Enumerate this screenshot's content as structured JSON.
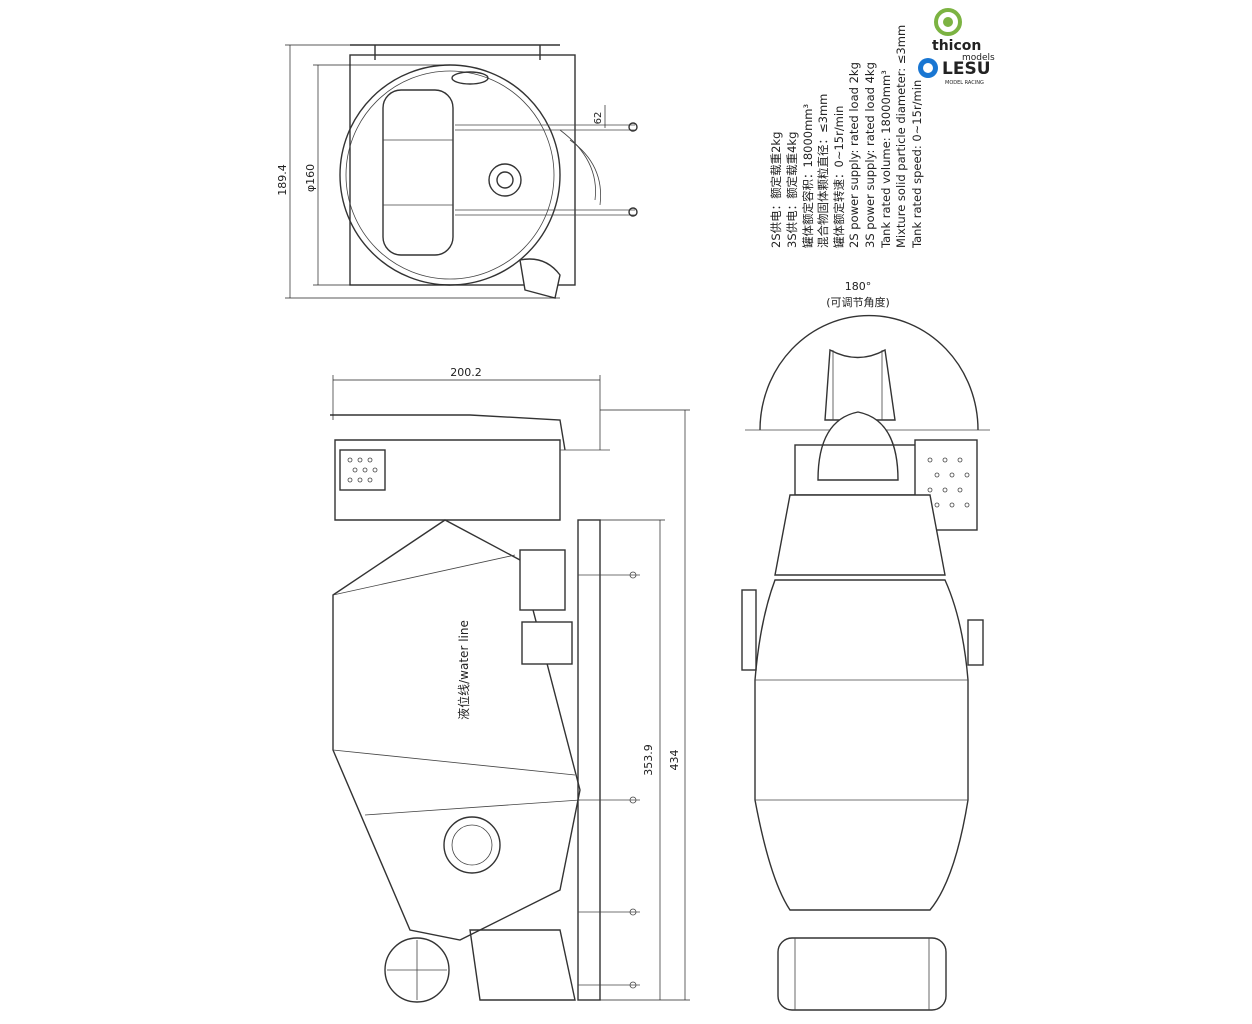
{
  "dimensions": {
    "top_view_height": "189.4",
    "top_view_diameter": "φ160",
    "top_view_offset": "62",
    "side_view_width": "200.2",
    "side_view_height_inner": "353.9",
    "side_view_height_total": "434",
    "rotation_angle": "180°",
    "rotation_note": "(可调节角度)"
  },
  "water_line_label": "液位线/water line",
  "specs": [
    "2S供电：额定载重2kg",
    "3S供电：额定载重4kg",
    "罐体额定容积：18000mm³",
    "混合物固体颗粒直径：≤3mm",
    "罐体额定转速：0~15r/min",
    "2S power supply: rated load 2kg",
    "3S power supply: rated load 4kg",
    "Tank rated volume: 18000mm³",
    "Mixture solid particle diameter: ≤3mm",
    "Tank rated speed: 0~15r/min"
  ],
  "logos": {
    "thicon_text": "thicon",
    "thicon_sub": "models",
    "lesu_text": "LESU",
    "lesu_sub": "MODEL RACING",
    "thicon_color": "#7cb342",
    "lesu_color": "#1976d2"
  }
}
